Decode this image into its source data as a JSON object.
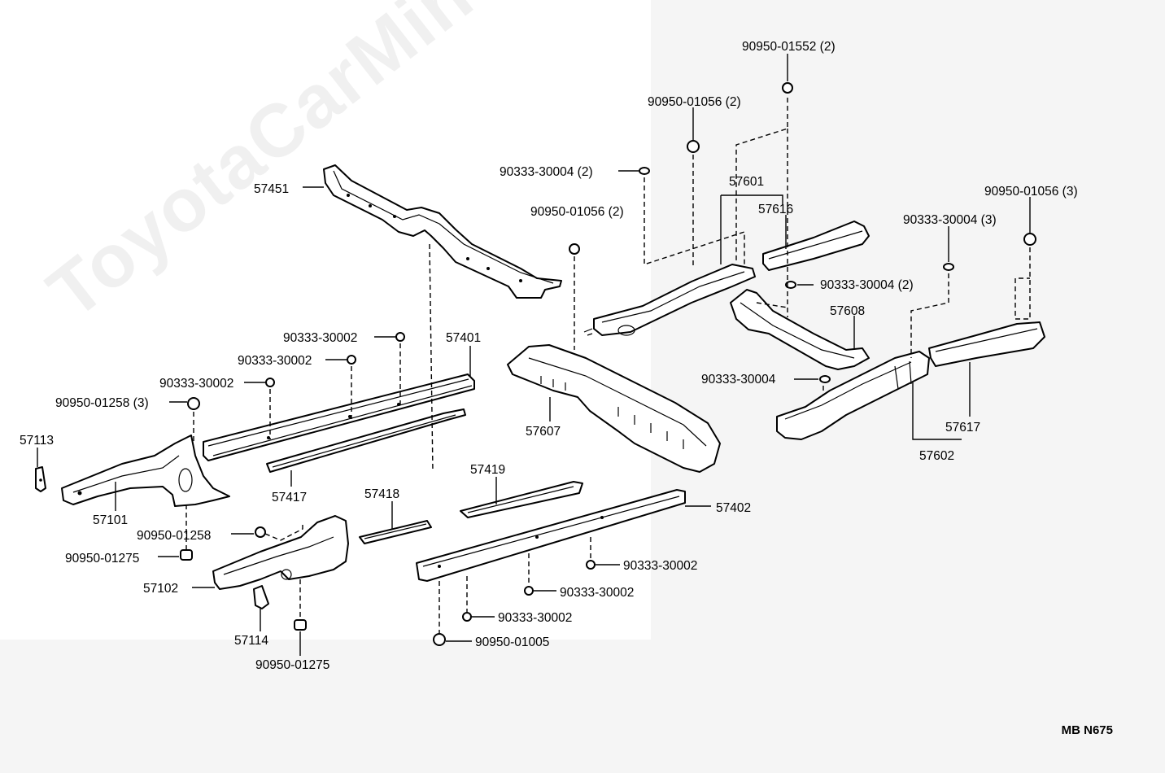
{
  "watermark": "ToyotaCarMine.ru",
  "diagram_code": "MB N675",
  "labels": {
    "p57451": "57451",
    "p90333_30004_2a": "90333-30004 (2)",
    "p90950_01056_2a": "90950-01056 (2)",
    "p90950_01056_2b": "90950-01056 (2)",
    "p90950_01552_2": "90950-01552 (2)",
    "p57601": "57601",
    "p57616": "57616",
    "p90950_01056_3": "90950-01056 (3)",
    "p90333_30004_3": "90333-30004 (3)",
    "p90333_30004_2b": "90333-30004 (2)",
    "p57608": "57608",
    "p90333_30004": "90333-30004",
    "p57617": "57617",
    "p57602": "57602",
    "p90333_30002_a": "90333-30002",
    "p90333_30002_b": "90333-30002",
    "p90333_30002_c": "90333-30002",
    "p57401": "57401",
    "p90950_01258_3": "90950-01258 (3)",
    "p57113": "57113",
    "p57101": "57101",
    "p57417": "57417",
    "p57607": "57607",
    "p57419": "57419",
    "p57418": "57418",
    "p57402": "57402",
    "p90950_01258": "90950-01258",
    "p90950_01275_a": "90950-01275",
    "p57102": "57102",
    "p90333_30002_d": "90333-30002",
    "p90333_30002_e": "90333-30002",
    "p90333_30002_f": "90333-30002",
    "p90950_01005": "90950-01005",
    "p57114": "57114",
    "p90950_01275_b": "90950-01275"
  }
}
